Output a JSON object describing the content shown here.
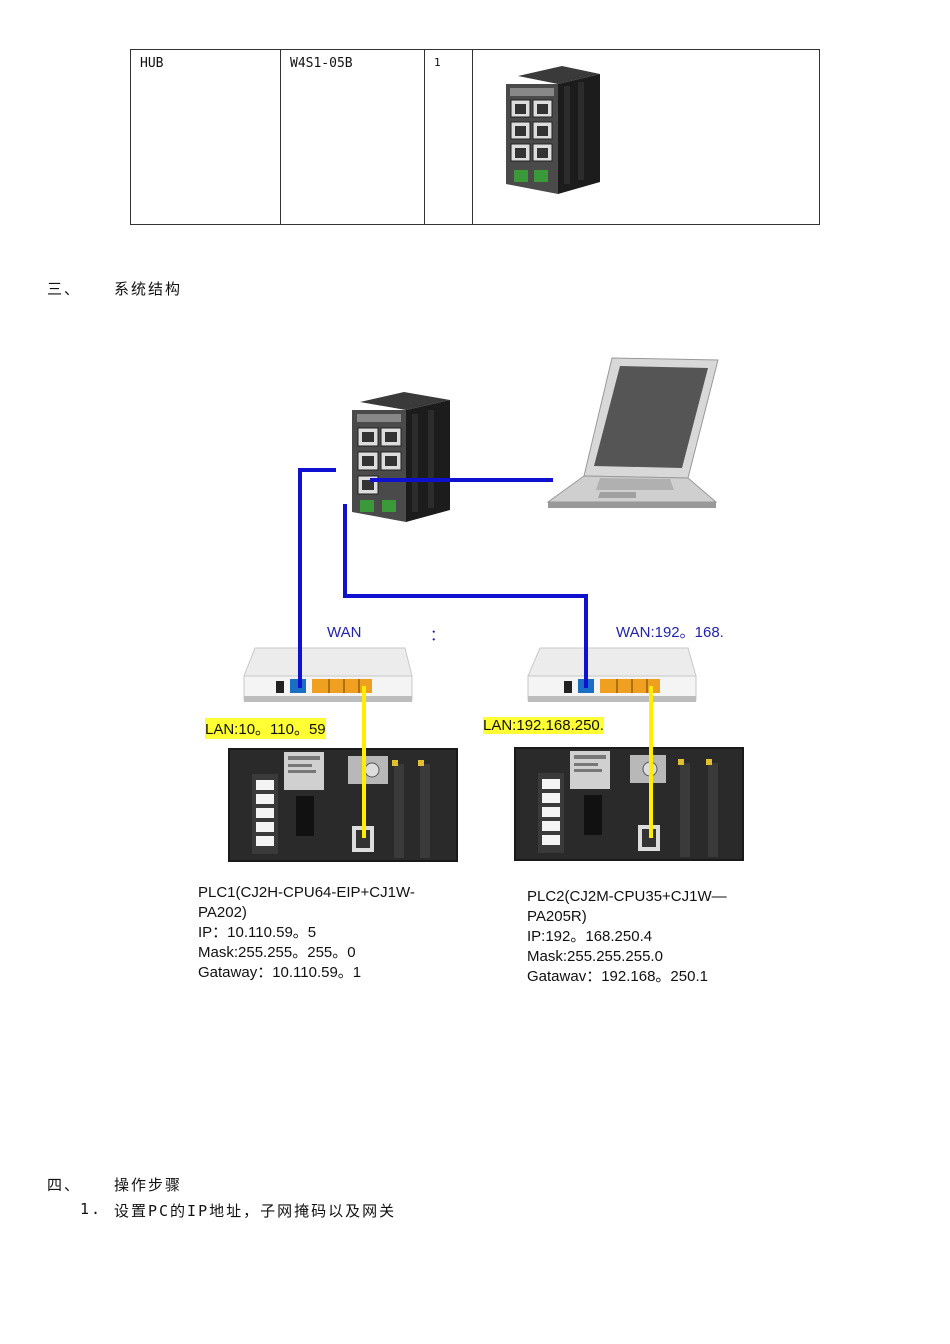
{
  "table": {
    "rows": [
      {
        "name": "HUB",
        "model": "W4S1-05B",
        "qty": "1"
      }
    ]
  },
  "section3": {
    "number": "三、",
    "title": "系统结构"
  },
  "diagram": {
    "router1": {
      "wan_label": "WAN",
      "wan_colon": "：",
      "lan_label": "LAN:10。110。59"
    },
    "router2": {
      "wan_label": "WAN:192。168.",
      "lan_label": "LAN:192.168.250."
    },
    "plc1": {
      "line1": "PLC1(CJ2H-CPU64-EIP+CJ1W-",
      "line2": "PA202)",
      "ip": "IP：10.110.59。5",
      "mask": "Mask:255.255。255。0",
      "gateway": "Gataway：10.110.59。1"
    },
    "plc2": {
      "line1": "PLC2(CJ2M-CPU35+CJ1W—",
      "line2": "PA205R)",
      "ip": "IP:192。168.250.4",
      "mask": "Mask:255.255.255.0",
      "gateway": "Gatawav：192.168。250.1"
    }
  },
  "section4": {
    "number": "四、",
    "title": "操作步骤"
  },
  "step1": {
    "number": "1.",
    "text": "设置PC的IP地址，子网掩码以及网关"
  }
}
